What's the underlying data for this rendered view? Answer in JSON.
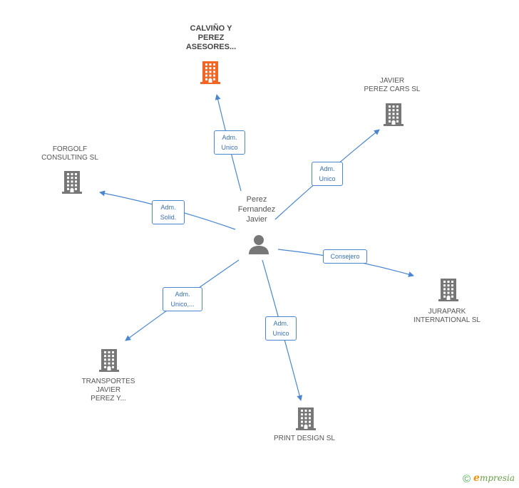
{
  "center": {
    "lines": [
      "Perez",
      "Fernandez",
      "Javier"
    ],
    "icon": "person-icon",
    "color": "#777777"
  },
  "colors": {
    "edge": "#4a86d0",
    "building": "#777777",
    "building_focus": "#f26522"
  },
  "nodes": [
    {
      "id": "calvino",
      "lines": [
        "CALVIÑO Y",
        "PEREZ",
        "ASESORES..."
      ],
      "focus": true,
      "icon": "building-icon"
    },
    {
      "id": "javier-perez-cars",
      "lines": [
        "JAVIER",
        "PEREZ CARS  SL"
      ],
      "icon": "building-icon"
    },
    {
      "id": "forgolf",
      "lines": [
        "FORGOLF",
        "CONSULTING SL"
      ],
      "icon": "building-icon"
    },
    {
      "id": "jurapark",
      "lines": [
        "JURAPARK",
        "INTERNATIONAL SL"
      ],
      "icon": "building-icon"
    },
    {
      "id": "transportes",
      "lines": [
        "TRANSPORTES",
        "JAVIER",
        "PEREZ Y..."
      ],
      "icon": "building-icon"
    },
    {
      "id": "print-design",
      "lines": [
        "PRINT DESIGN SL"
      ],
      "icon": "building-icon"
    }
  ],
  "edges": [
    {
      "to": "calvino",
      "label": [
        "Adm.",
        "Unico"
      ]
    },
    {
      "to": "javier-perez-cars",
      "label": [
        "Adm.",
        "Unico"
      ]
    },
    {
      "to": "forgolf",
      "label": [
        "Adm.",
        "Solid."
      ]
    },
    {
      "to": "jurapark",
      "label": [
        "Consejero"
      ]
    },
    {
      "to": "transportes",
      "label": [
        "Adm.",
        "Unico,..."
      ]
    },
    {
      "to": "print-design",
      "label": [
        "Adm.",
        "Unico"
      ]
    }
  ],
  "footer": {
    "copyright": "©",
    "brand_initial": "e",
    "brand_rest": "mpresia"
  }
}
